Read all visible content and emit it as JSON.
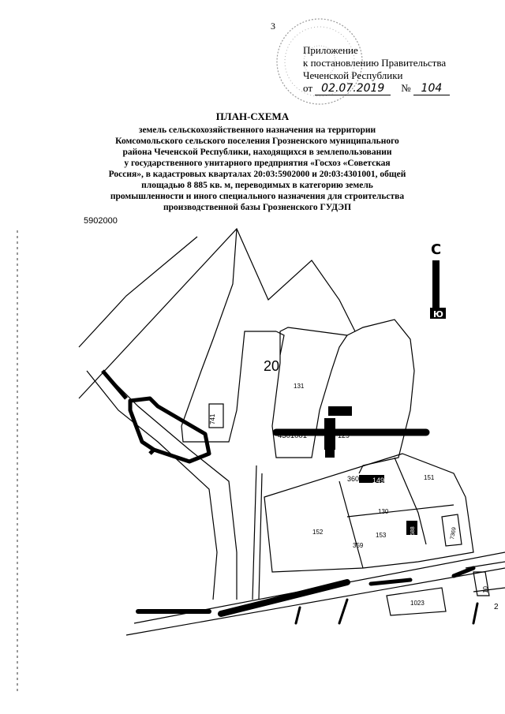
{
  "page_number": "3",
  "appendix": {
    "line1": "Приложение",
    "line2": "к постановлению Правительства",
    "line3": "Чеченской Республики",
    "date_prefix": "от",
    "date": "02.07.2019",
    "number_prefix": "№",
    "number": "104"
  },
  "title": "ПЛАН-СХЕМА",
  "subtitle_lines": [
    "земель сельскохозяйственного назначения на территории",
    "Комсомольского сельского поселения Грозненского муниципального",
    "района Чеченской Республики, находящихся в землепользовании",
    "у государственного унитарного предприятия «Госхоз «Советская",
    "Россия», в кадастровых кварталах 20:03:5902000 и 20:03:4301001, общей",
    "площадью 8 885 кв. м, переводимых в категорию земель",
    "промышленности и иного специального назначения для строительства",
    "производственной базы Грозненского ГУДЭП"
  ],
  "map": {
    "sheet_code": "5902000",
    "region_label": "20",
    "north_letter": "С",
    "south_letter": "Ю",
    "labels": {
      "p131": "131",
      "p741": "741",
      "q4301001": "4301001",
      "p129": "129",
      "p360": "360",
      "p149": "149",
      "p151": "151",
      "p130": "130",
      "p152": "152",
      "p153": "153",
      "p359": "359",
      "p588": "588",
      "p7369": "7369",
      "p10": "10",
      "p1023": "1023",
      "p2": "2"
    }
  }
}
